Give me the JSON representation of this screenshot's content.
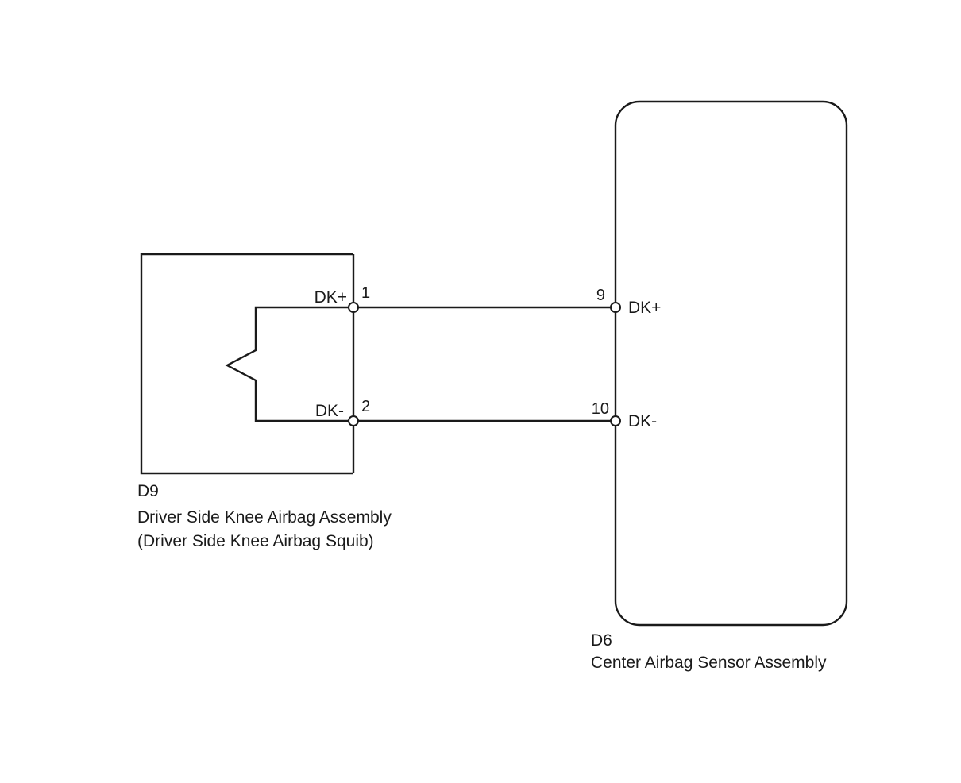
{
  "d9": {
    "code": "D9",
    "name": "Driver Side Knee Airbag Assembly",
    "sub": "(Driver Side Knee Airbag Squib)",
    "pin_top_signal": "DK+",
    "pin_top_no": "1",
    "pin_bottom_signal": "DK-",
    "pin_bottom_no": "2"
  },
  "d6": {
    "code": "D6",
    "name": "Center Airbag Sensor Assembly",
    "pin_top_signal": "DK+",
    "pin_top_no": "9",
    "pin_bottom_signal": "DK-",
    "pin_bottom_no": "10"
  }
}
